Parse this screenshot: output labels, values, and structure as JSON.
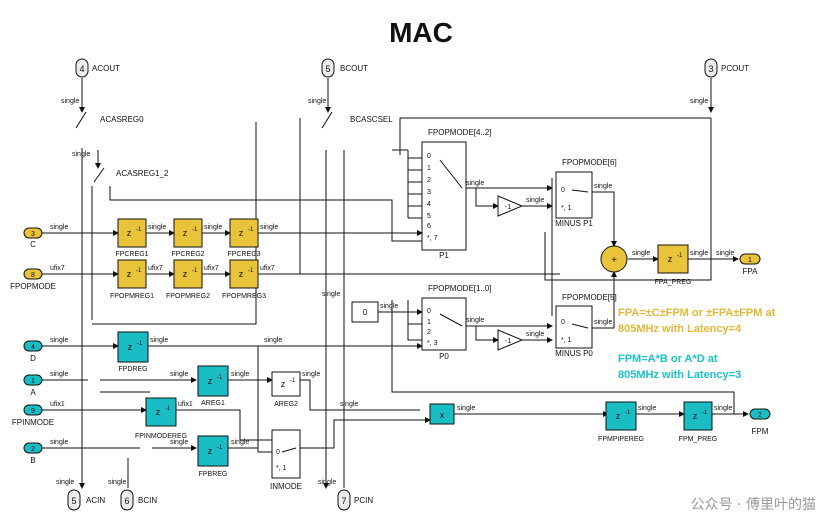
{
  "title": "MAC",
  "colors": {
    "yellow": "#e9c43a",
    "cyan": "#1bbdc4",
    "yellow_note": "#e2b93b",
    "cyan_note": "#19c3c9"
  },
  "out_ports": {
    "acout": {
      "num": "4",
      "name": "ACOUT",
      "type": "single"
    },
    "bcout": {
      "num": "5",
      "name": "BCOUT",
      "type": "single"
    },
    "pcout": {
      "num": "3",
      "name": "PCOUT",
      "type": "single"
    },
    "fpa": {
      "num": "1",
      "name": "FPA"
    },
    "fpm": {
      "num": "2",
      "name": "FPM"
    }
  },
  "in_ports": {
    "c": {
      "num": "3",
      "name": "C",
      "type": "single"
    },
    "fpopmode": {
      "num": "8",
      "name": "FPOPMODE",
      "type": "ufix7"
    },
    "d": {
      "num": "4",
      "name": "D",
      "type": "single"
    },
    "a": {
      "num": "1",
      "name": "A",
      "type": "single"
    },
    "fpinmode": {
      "num": "9",
      "name": "FPINMODE",
      "type": "ufix1"
    },
    "b": {
      "num": "2",
      "name": "B",
      "type": "single"
    },
    "acin": {
      "num": "5",
      "name": "ACIN",
      "type": "single"
    },
    "bcin": {
      "num": "6",
      "name": "BCIN",
      "type": "single"
    },
    "pcin": {
      "num": "7",
      "name": "PCIN",
      "type": "single"
    }
  },
  "switches": {
    "acasreg0": "ACASREG0",
    "acasreg1_2": "ACASREG1_2",
    "bcascsel": "BCASCSEL"
  },
  "regs": {
    "zinv": "z",
    "exp": "-1",
    "fpcreg1": "FPCREG1",
    "fpcreg2": "FPCREG2",
    "fpcreg3": "FPCREG3",
    "fpopmreg1": "FPOPMREG1",
    "fpopmreg2": "FPOPMREG2",
    "fpopmreg3": "FPOPMREG3",
    "fpdreg": "FPDREG",
    "areg1": "AREG1",
    "areg2": "AREG2",
    "fpinmodereg": "FPINMODEREG",
    "fpbreg": "FPBREG",
    "fpmpipereg": "FPMPIPEREG",
    "fpm_preg": "FPM_PREG",
    "fpa_preg": "FPA_PREG"
  },
  "mux": {
    "p1": {
      "name": "P1",
      "ctrl": "FPOPMODE[4..2]",
      "ports": [
        "0",
        "1",
        "2",
        "3",
        "4",
        "5",
        "6",
        "*, 7"
      ]
    },
    "p0": {
      "name": "P0",
      "ctrl": "FPOPMODE[1..0]",
      "ports": [
        "0",
        "1",
        "2",
        "*, 3"
      ]
    },
    "minus_p1": {
      "name": "MINUS P1",
      "ctrl": "FPOPMODE[6]",
      "ports": [
        "0",
        "*, 1"
      ]
    },
    "minus_p0": {
      "name": "MINUS P0",
      "ctrl": "FPOPMODE[5]",
      "ports": [
        "0",
        "*, 1"
      ]
    },
    "inmode": {
      "name": "INMODE",
      "ports": [
        "0",
        "*, 1"
      ]
    }
  },
  "blocks": {
    "gain": "-1",
    "const": "0",
    "mult": "x",
    "sum": "+"
  },
  "signals": {
    "single": "single",
    "ufix7": "ufix7",
    "ufix1": "ufix1"
  },
  "notes": {
    "fpa_line1": "FPA=±C±FPM or ±FPA±FPM at",
    "fpa_line2": "805MHz with Latency=4",
    "fpm_line1": "FPM=A*B or A*D at",
    "fpm_line2": "805MHz with Latency=3"
  },
  "watermark": "公众号 · 傅里叶的猫"
}
